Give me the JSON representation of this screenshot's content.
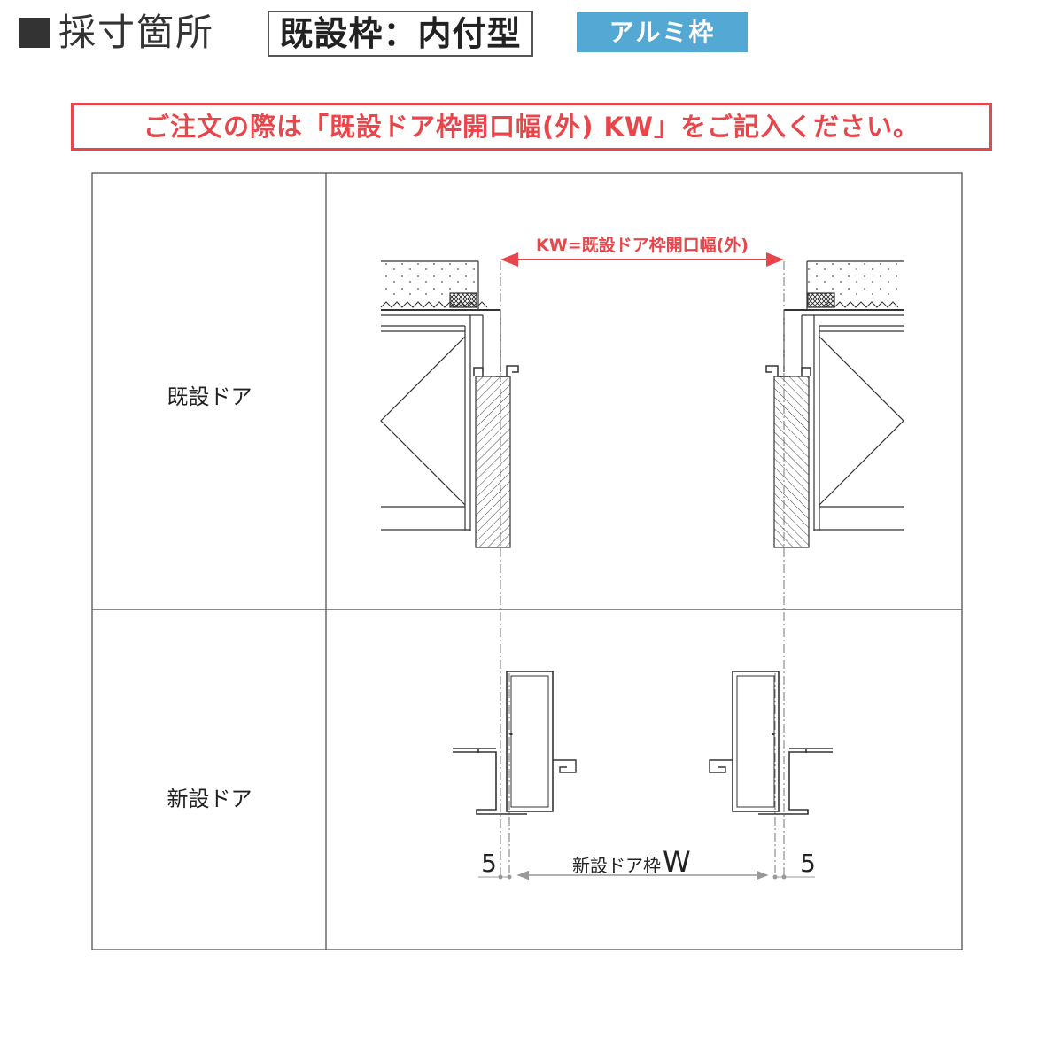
{
  "header": {
    "title": "採寸箇所",
    "spec": "既設枠：内付型",
    "badge": "アルミ枠",
    "badge_color": "#53a8d4"
  },
  "notice": {
    "text": "ご注文の際は「既設ドア枠開口幅(外) KW」をご記入ください。",
    "color": "#e8464a"
  },
  "rows": {
    "existing_label": "既設ドア",
    "new_label": "新設ドア"
  },
  "dimensions": {
    "kw_label": "KW=既設ドア枠開口幅(外)",
    "new_frame_label_prefix": "新設ドア枠",
    "new_frame_label_w": "W",
    "left_offset": "5",
    "right_offset": "5"
  }
}
